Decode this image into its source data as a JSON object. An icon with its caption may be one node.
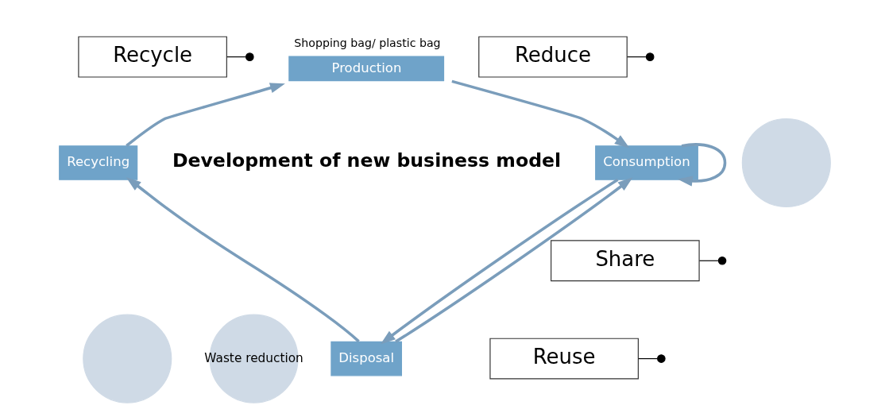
{
  "diagram": {
    "nodes": [
      {
        "text": [
          "Production"
        ],
        "beside": [
          "Shopping bag/ plastic bag"
        ]
      },
      {
        "text": [
          "Consumption"
        ]
      },
      {
        "text": [
          "Disposal"
        ]
      },
      {
        "text": [
          "Recycling"
        ]
      },
      {
        "text": [
          "Recycle"
        ]
      },
      {
        "text": [
          "Reduce"
        ]
      },
      {
        "text": [
          "Share"
        ]
      },
      {
        "text": [
          "Reuse"
        ]
      },
      {
        "text": [],
        "shape": "circle"
      },
      {
        "text": [],
        "shape": "circle"
      },
      {
        "text": [
          "Waste reduction"
        ]
      }
    ],
    "edges": [
      {
        "from": 3,
        "to": 0,
        "arrow": "to"
      },
      {
        "from": 0,
        "to": 1,
        "arrow": "to"
      },
      {
        "from": 1,
        "to": 2,
        "arrow": "to"
      },
      {
        "from": 2,
        "to": 3,
        "arrow": "to"
      },
      {
        "from": 2,
        "to": 1,
        "arrow": "to"
      },
      {
        "from": 1,
        "to": 1,
        "arrow": "to"
      },
      {
        "from": 4,
        "to": null,
        "arrow": "other",
        "color": "#000000"
      },
      {
        "from": 5,
        "to": null,
        "arrow": "other",
        "color": "#000000"
      },
      {
        "from": 6,
        "to": null,
        "arrow": "other",
        "color": "#000000"
      },
      {
        "from": 7,
        "to": null,
        "arrow": "other",
        "color": "#000000"
      }
    ],
    "labels": [
      "Development of new business model"
    ]
  }
}
